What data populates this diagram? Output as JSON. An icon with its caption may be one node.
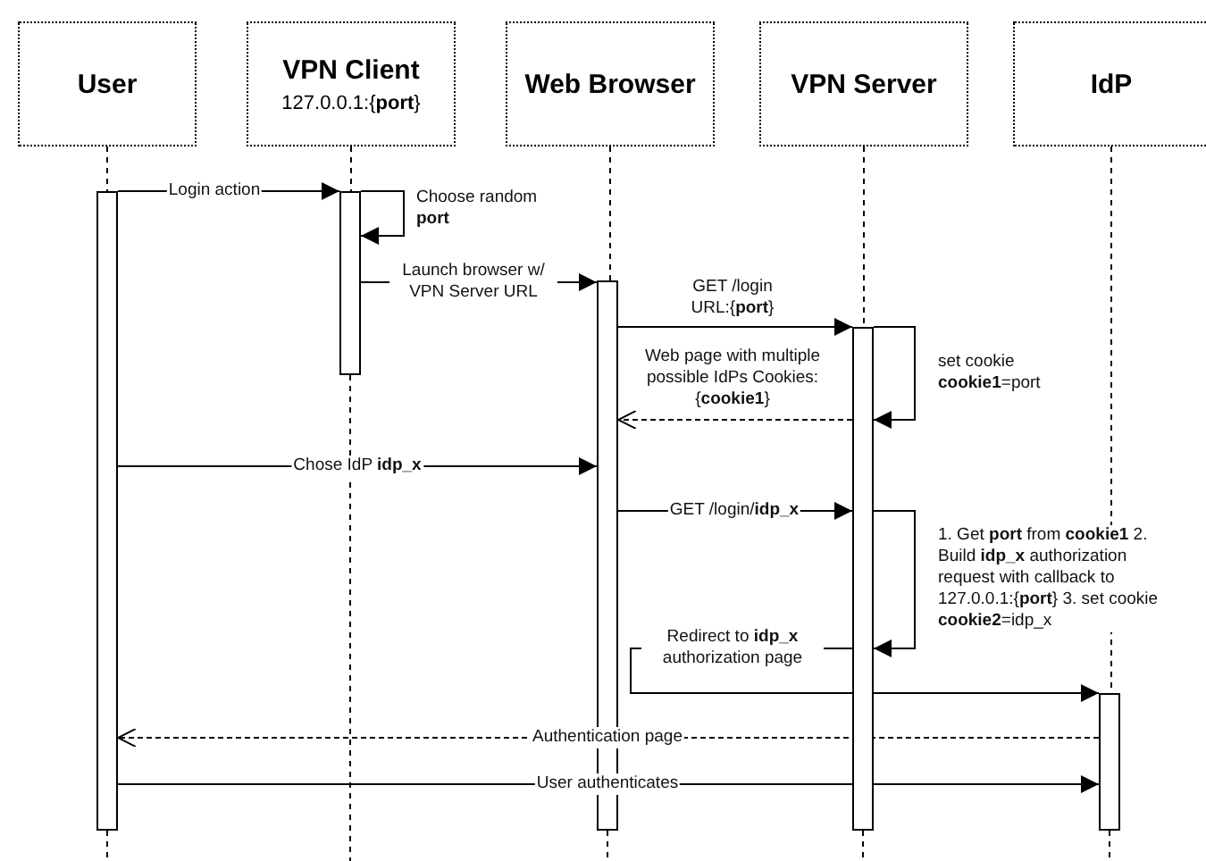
{
  "diagram": {
    "nodes": [
      {
        "text": [
          "User"
        ]
      },
      {
        "text": [
          "VPN Client",
          "127.0.0.1:{**port**}"
        ]
      },
      {
        "text": [
          "Web Browser"
        ]
      },
      {
        "text": [
          "VPN Server"
        ]
      },
      {
        "text": [
          "IdP"
        ]
      },
      {
        "text": [],
        "shape": "bar"
      },
      {
        "text": [],
        "shape": "bar"
      },
      {
        "text": [],
        "shape": "bar"
      },
      {
        "text": [],
        "shape": "bar"
      },
      {
        "text": [],
        "shape": "bar"
      }
    ],
    "edges": [
      {
        "from": 0,
        "to": 5,
        "arrow": "none",
        "style": "dashed"
      },
      {
        "from": 1,
        "to": 6,
        "arrow": "none",
        "style": "dashed"
      },
      {
        "from": 2,
        "to": 7,
        "arrow": "none",
        "style": "dashed"
      },
      {
        "from": 3,
        "to": 8,
        "arrow": "none",
        "style": "dashed"
      },
      {
        "from": 4,
        "to": 9,
        "arrow": "none",
        "style": "dashed"
      },
      {
        "from": 5,
        "to": 6,
        "arrow": "to",
        "label": "Login action"
      },
      {
        "from": 6,
        "to": 6,
        "arrow": "to",
        "label": "Choose random **port**"
      },
      {
        "from": 6,
        "to": 7,
        "arrow": "to",
        "label": "Launch browser w/ VPN Server URL"
      },
      {
        "from": 7,
        "to": 8,
        "arrow": "to",
        "label": "GET /login URL:{**port**}"
      },
      {
        "from": 8,
        "to": 8,
        "arrow": "to",
        "label": "set cookie **cookie1**=port"
      },
      {
        "from": 8,
        "to": 7,
        "arrow": "to",
        "style": "dashed",
        "label": "Web page with multiple possible IdPs Cookies:{**cookie1**}"
      },
      {
        "from": 5,
        "to": 7,
        "arrow": "to",
        "label": "Chose IdP **idp_x**"
      },
      {
        "from": 7,
        "to": 8,
        "arrow": "to",
        "label": "GET /login/**idp_x**"
      },
      {
        "from": 8,
        "to": 8,
        "arrow": "to",
        "label": "1. Get **port** from **cookie1** 2. Build **idp_x** authorization request with callback to 127.0.0.1:{**port**} 3. set cookie **cookie2**=idp_x"
      },
      {
        "from": 8,
        "to": 9,
        "arrow": "to",
        "label": "Redirect to **idp_x** authorization page"
      },
      {
        "from": 9,
        "to": 5,
        "arrow": "to",
        "style": "dashed",
        "label": "Authentication page"
      },
      {
        "from": 5,
        "to": 9,
        "arrow": "to",
        "label": "User authenticates"
      }
    ]
  }
}
